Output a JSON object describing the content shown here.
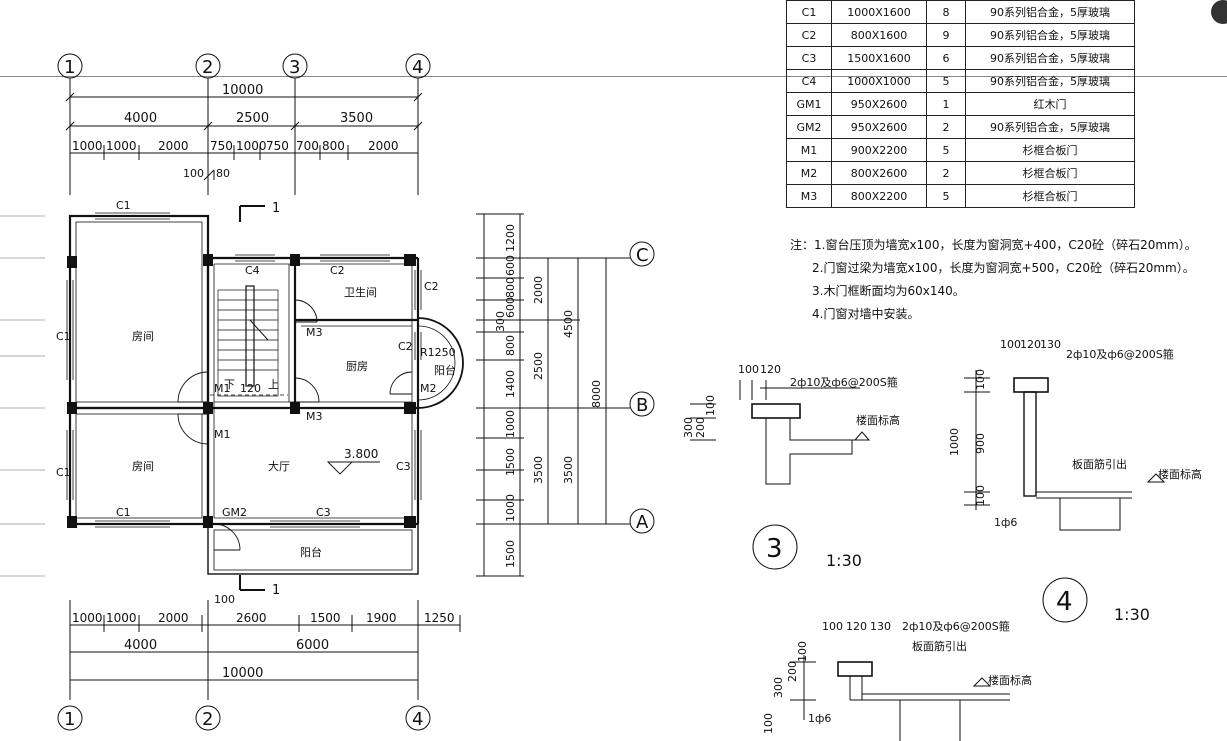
{
  "schedule": {
    "rows": [
      {
        "code": "C1",
        "size": "1000X1600",
        "qty": "8",
        "note": "90系列铝合金，5厚玻璃"
      },
      {
        "code": "C2",
        "size": "800X1600",
        "qty": "9",
        "note": "90系列铝合金，5厚玻璃"
      },
      {
        "code": "C3",
        "size": "1500X1600",
        "qty": "6",
        "note": "90系列铝合金，5厚玻璃"
      },
      {
        "code": "C4",
        "size": "1000X1000",
        "qty": "5",
        "note": "90系列铝合金，5厚玻璃"
      },
      {
        "code": "GM1",
        "size": "950X2600",
        "qty": "1",
        "note": "红木门"
      },
      {
        "code": "GM2",
        "size": "950X2600",
        "qty": "2",
        "note": "90系列铝合金，5厚玻璃"
      },
      {
        "code": "M1",
        "size": "900X2200",
        "qty": "5",
        "note": "杉框合板门"
      },
      {
        "code": "M2",
        "size": "800X2600",
        "qty": "2",
        "note": "杉框合板门"
      },
      {
        "code": "M3",
        "size": "800X2200",
        "qty": "5",
        "note": "杉框合板门"
      }
    ]
  },
  "notes": [
    "注：1.窗台压顶为墙宽x100，长度为窗洞宽+400，C20砼（碎石20mm）。",
    "2.门窗过梁为墙宽x100，长度为窗洞宽+500，C20砼（碎石20mm）。",
    "3.木门框断面均为60x140。",
    "4.门窗对墙中安装。"
  ],
  "axes": {
    "a1": "1",
    "a2": "2",
    "a3": "3",
    "a4": "4",
    "aA": "A",
    "aB": "B",
    "aC": "C"
  },
  "top_dims": {
    "overall": "10000",
    "row2": [
      "4000",
      "2500",
      "3500"
    ],
    "row3": [
      "1000",
      "1000",
      "2000",
      "750",
      "1000",
      "750",
      "700",
      "800",
      "2000"
    ],
    "small": "100",
    "small2": "80"
  },
  "bottom_dims": {
    "row1": [
      "1000",
      "1000",
      "2000",
      "2600",
      "1500",
      "1900",
      "1250"
    ],
    "row2": [
      "4000",
      "6000"
    ],
    "overall": "10000",
    "small": "100"
  },
  "right_dims": {
    "col1": [
      "1200",
      "600",
      "800",
      "600",
      "300",
      "800",
      "1400",
      "1000",
      "1500",
      "1000",
      "1500"
    ],
    "col2": [
      "2000",
      "2500",
      "3500"
    ],
    "col3": [
      "4500",
      "3500"
    ],
    "col4": "8000"
  },
  "plan_labels": {
    "c1_top": "C1",
    "c4": "C4",
    "c2_top": "C2",
    "c2_right": "C2",
    "c2_right2": "C2",
    "c1_left1": "C1",
    "c1_left2": "C1",
    "c1_bottom": "C1",
    "c3_bottom": "C3",
    "c3_right": "C3",
    "gm2": "GM2",
    "m1a": "M1",
    "m1b": "M1",
    "m2": "M2",
    "m3a": "M3",
    "m3b": "M3",
    "r1250": "R1250",
    "elev": "3.800",
    "section": "1",
    "stair_up": "上",
    "stair_down": "下",
    "stair_dim": "120",
    "room_bed1": "房间",
    "room_bed2": "房间",
    "room_wc": "卫生间",
    "room_kitchen": "厨房",
    "room_hall": "大厅",
    "room_balcony1": "阳台",
    "room_balcony2": "阳台"
  },
  "detail3": {
    "id": "3",
    "scale": "1:30",
    "dims": [
      "100",
      "120",
      "300",
      "200",
      "100"
    ],
    "rebar": "2ф10及ф6@200S箍",
    "label": "楼面标高"
  },
  "detail4": {
    "id": "4",
    "scale": "1:30",
    "dims": [
      "100",
      "120",
      "130",
      "100",
      "900",
      "1000",
      "100"
    ],
    "rebar": "2ф10及ф6@200S箍",
    "label1": "板面筋引出",
    "label2": "楼面标高",
    "bar": "1ф6"
  },
  "detail5": {
    "dims": [
      "100",
      "120",
      "130",
      "300",
      "200",
      "100",
      "100"
    ],
    "rebar": "2ф10及ф6@200S箍",
    "label1": "板面筋引出",
    "label2": "楼面标高",
    "bar": "1ф6"
  }
}
